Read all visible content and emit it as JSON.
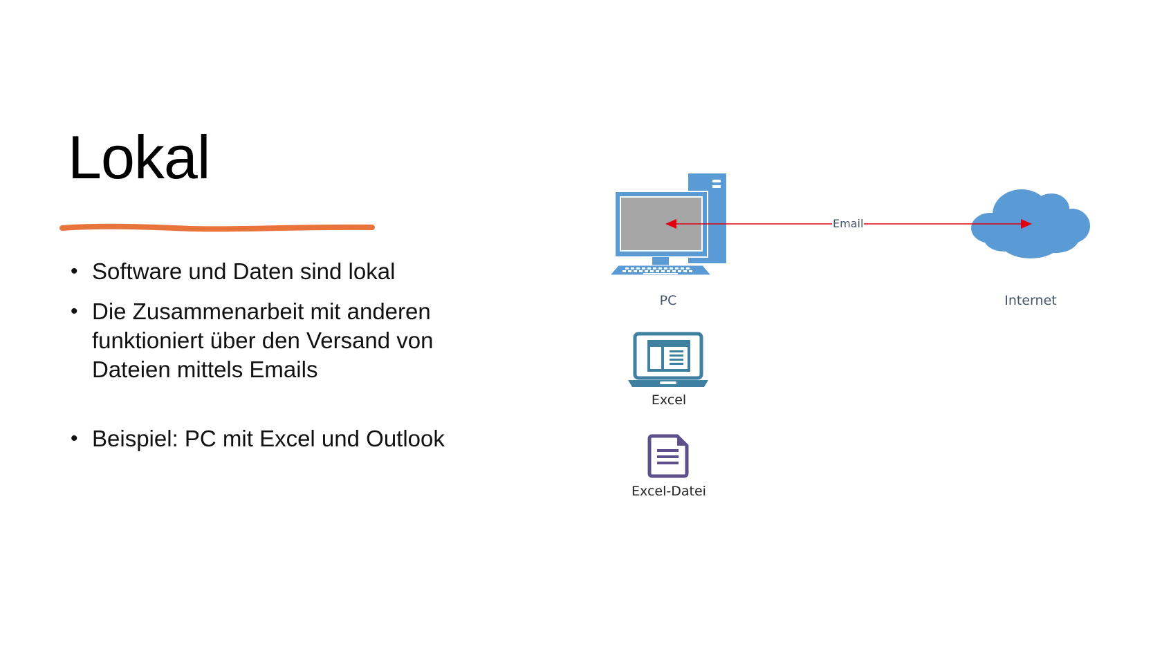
{
  "slide": {
    "title": "Lokal",
    "accent_color": "#E8743B",
    "bullets": [
      {
        "text": "Software und Daten sind lokal"
      },
      {
        "text": "Die Zusammenarbeit mit anderen funktioniert über den Versand von Dateien mittels Emails"
      },
      {
        "text": "Beispiel: PC mit Excel und Outlook"
      }
    ],
    "bullet_glyph": "•"
  },
  "diagram": {
    "nodes": {
      "pc": {
        "label": "PC",
        "icon": "desktop-computer-icon",
        "color": "#5B9BD5"
      },
      "internet": {
        "label": "Internet",
        "icon": "cloud-icon",
        "color": "#5B9BD5"
      },
      "excel": {
        "label": "Excel",
        "icon": "laptop-app-icon",
        "color": "#3F7FA0"
      },
      "excel_file": {
        "label": "Excel-Datei",
        "icon": "document-icon",
        "color": "#5C4F8A"
      }
    },
    "edges": [
      {
        "from": "pc",
        "to": "internet",
        "label": "Email",
        "color": "#E0000F",
        "bidirectional": true
      }
    ]
  }
}
